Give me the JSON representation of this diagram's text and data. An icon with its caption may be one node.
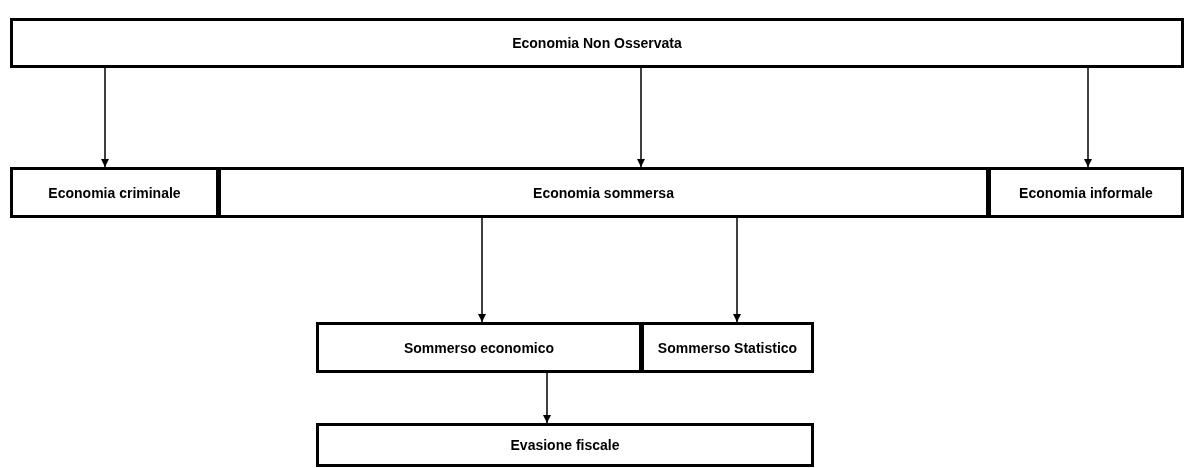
{
  "diagram": {
    "nodes": [
      {
        "text": [
          "Economia Non Osservata"
        ]
      },
      {
        "text": [
          "Economia criminale"
        ]
      },
      {
        "text": [
          "Economia sommersa"
        ]
      },
      {
        "text": [
          "Economia informale"
        ]
      },
      {
        "text": [
          "Sommerso economico"
        ]
      },
      {
        "text": [
          "Sommerso Statistico"
        ]
      },
      {
        "text": [
          "Evasione fiscale"
        ]
      }
    ],
    "edges": [
      {
        "from": 0,
        "to": 1,
        "arrow": "to"
      },
      {
        "from": 0,
        "to": 2,
        "arrow": "to"
      },
      {
        "from": 0,
        "to": 3,
        "arrow": "to"
      },
      {
        "from": 2,
        "to": 4,
        "arrow": "to"
      },
      {
        "from": 2,
        "to": 5,
        "arrow": "to"
      },
      {
        "from": 4,
        "to": 6,
        "arrow": "to"
      }
    ]
  }
}
